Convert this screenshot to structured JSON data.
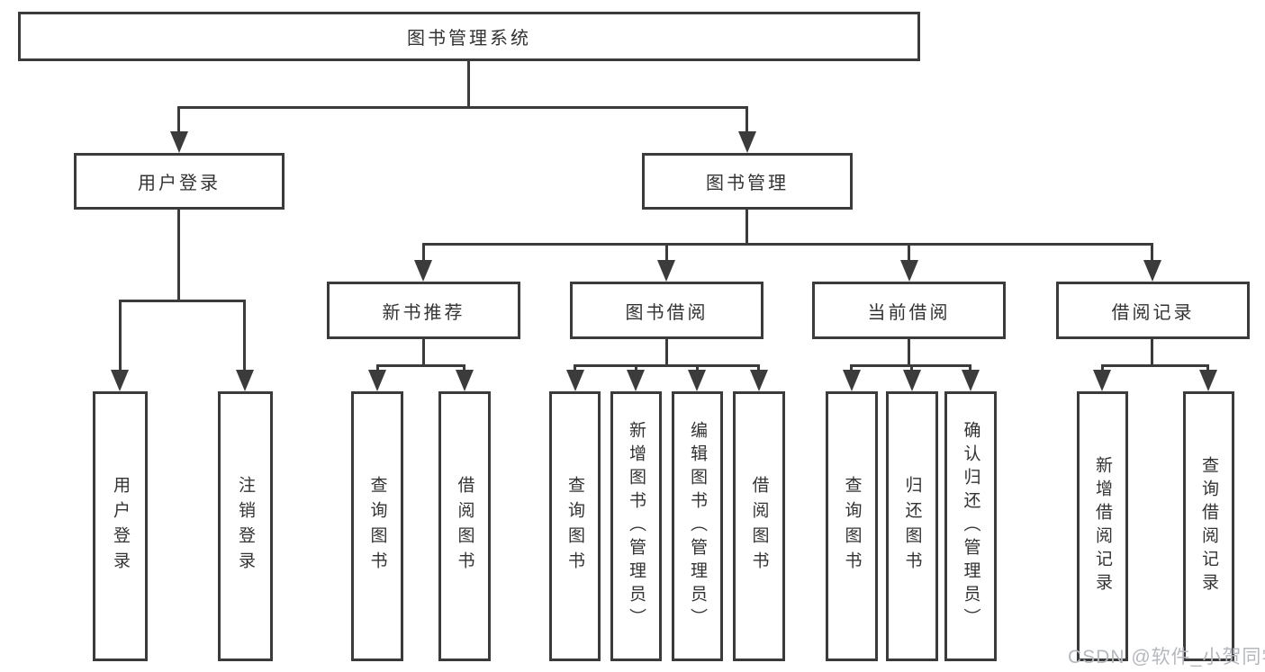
{
  "colors": {
    "line": "#3b3b3b",
    "text": "#333333",
    "watermark": "#b4b8be",
    "bg": "#ffffff"
  },
  "root": {
    "label": "图书管理系统"
  },
  "level2": [
    {
      "label": "用户登录"
    },
    {
      "label": "图书管理"
    }
  ],
  "level3": [
    {
      "label": "新书推荐"
    },
    {
      "label": "图书借阅"
    },
    {
      "label": "当前借阅"
    },
    {
      "label": "借阅记录"
    }
  ],
  "leaves": {
    "user_login": [
      {
        "label": "用户登录"
      },
      {
        "label": "注销登录"
      }
    ],
    "new_book": [
      {
        "label": "查询图书"
      },
      {
        "label": "借阅图书"
      }
    ],
    "book_borrow": [
      {
        "label": "查询图书"
      },
      {
        "label": "新增图书（管理员）"
      },
      {
        "label": "编辑图书（管理员）"
      },
      {
        "label": "借阅图书"
      }
    ],
    "current_borrow": [
      {
        "label": "查询图书"
      },
      {
        "label": "归还图书"
      },
      {
        "label": "确认归还（管理员）"
      }
    ],
    "borrow_record": [
      {
        "label": "新增借阅记录"
      },
      {
        "label": "查询借阅记录"
      }
    ]
  },
  "watermark": "CSDN @软件_小贺同学"
}
